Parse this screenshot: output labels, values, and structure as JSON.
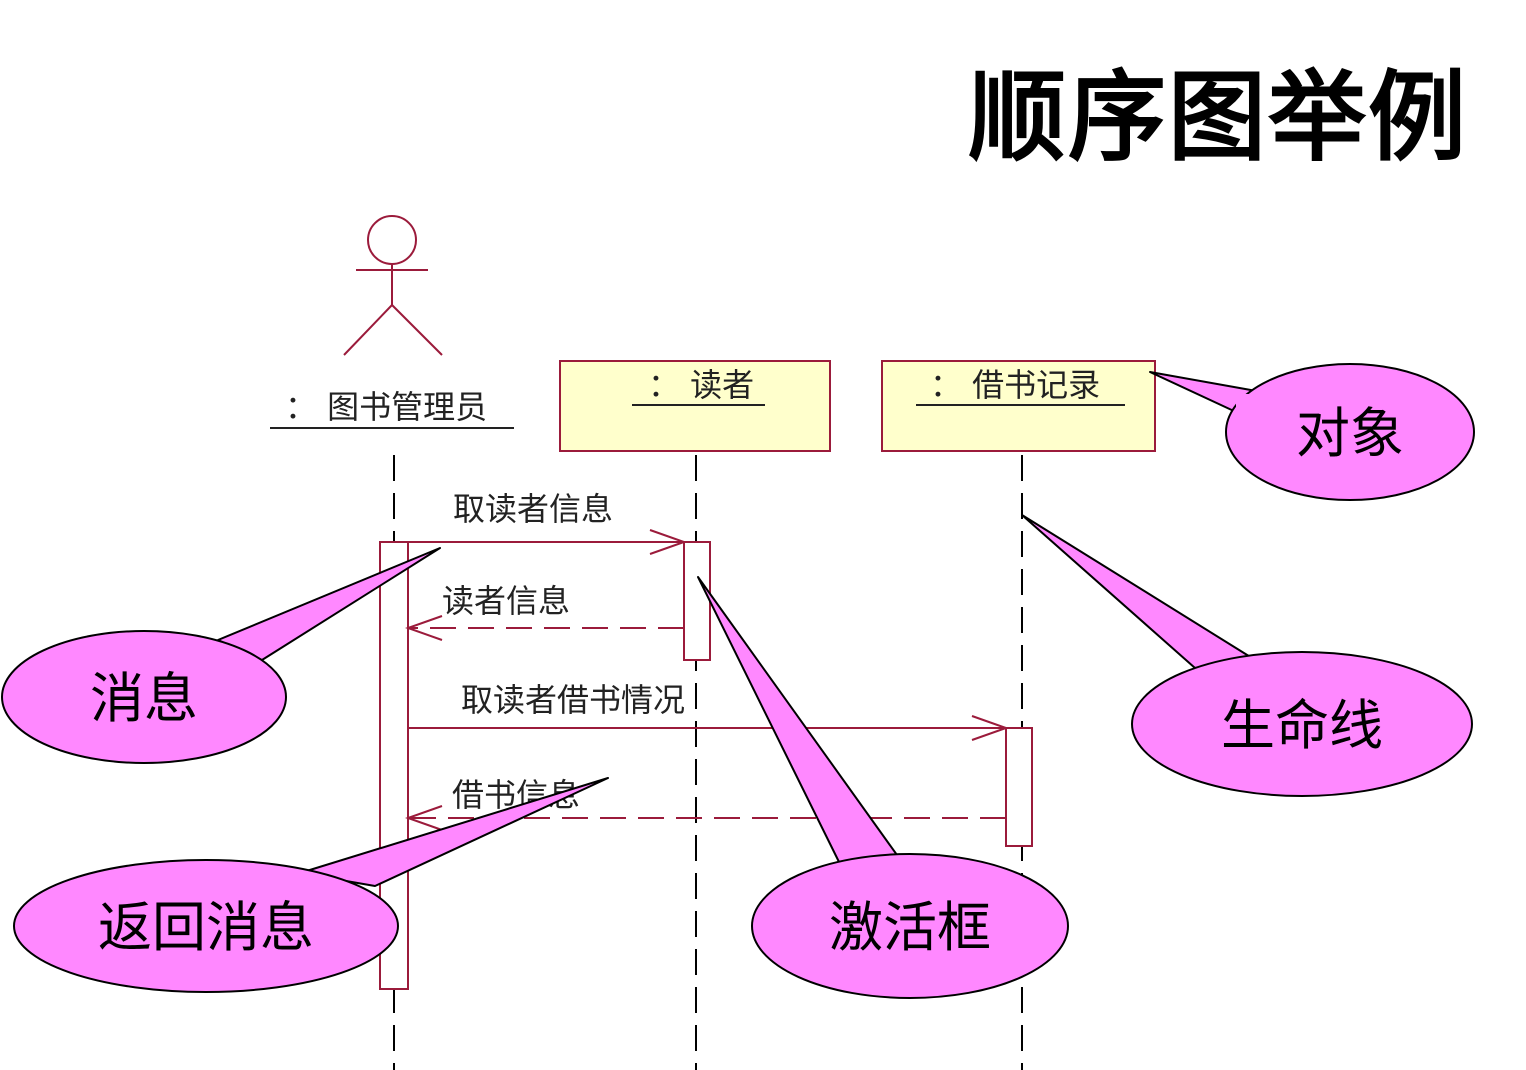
{
  "title": "顺序图举例",
  "diagram": {
    "actor": {
      "label": "：  图书管理员"
    },
    "objects": [
      {
        "label": "：  读者"
      },
      {
        "label": "：  借书记录"
      }
    ],
    "messages": [
      {
        "label": "取读者信息"
      },
      {
        "label": "读者信息"
      },
      {
        "label": "取读者借书情况"
      },
      {
        "label": "借书信息"
      }
    ]
  },
  "callouts": [
    {
      "label": "对象"
    },
    {
      "label": "消息"
    },
    {
      "label": "生命线"
    },
    {
      "label": "返回消息"
    },
    {
      "label": "激活框"
    }
  ],
  "colors": {
    "uml_line": "#9b1b3b",
    "object_fill": "#ffffcc",
    "callout_fill": "#ff88ff",
    "lifeline": "#000000"
  }
}
